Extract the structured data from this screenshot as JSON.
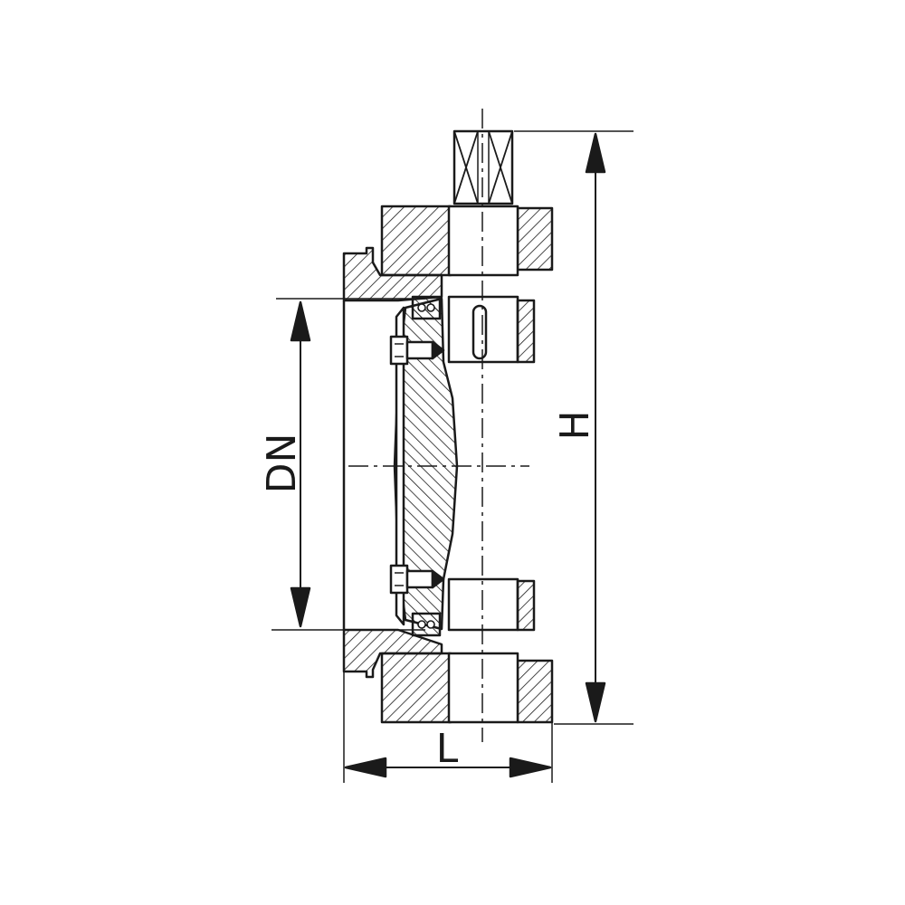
{
  "dimensions": {
    "nominal_diameter_label": "DN",
    "height_label": "H",
    "length_label": "L"
  },
  "colors": {
    "line": "#1a1a1a",
    "background": "#ffffff"
  }
}
